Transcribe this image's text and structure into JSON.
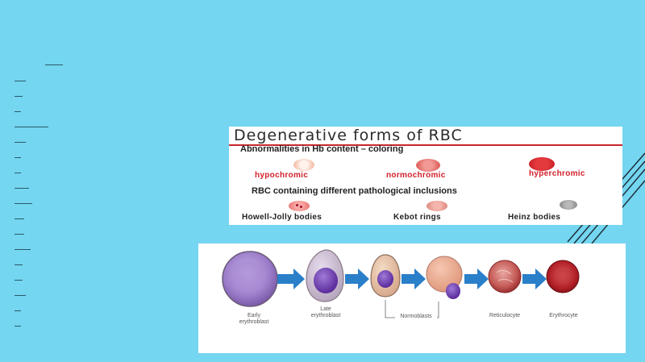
{
  "top_panel": {
    "title": "Degenerative forms of RBC",
    "section1": "Abnormalities in Hb content – coloring",
    "hypochromic": "hypochromic",
    "normochromic": "normochromic",
    "hyperchromic": "hyperchromic",
    "section2": "RBC containing different pathological inclusions",
    "howell": "Howell-Jolly bodies",
    "kebot": "Kebot rings",
    "heinz": "Heinz bodies",
    "colors": {
      "label_red": "#d1202a",
      "label_dark": "#222222"
    }
  },
  "bottom_panel": {
    "stages": [
      {
        "caption": "Early\nerythroblast"
      },
      {
        "caption": "Late\nerythroblast"
      },
      {
        "caption": "Normoblasts"
      },
      {
        "caption": "Reticulocyte"
      },
      {
        "caption": "Erythrocyte"
      }
    ],
    "colors": {
      "arrow": "#2a7fc9",
      "nucleus": "#7a4bb8",
      "cell_red": "#b11f26"
    }
  }
}
